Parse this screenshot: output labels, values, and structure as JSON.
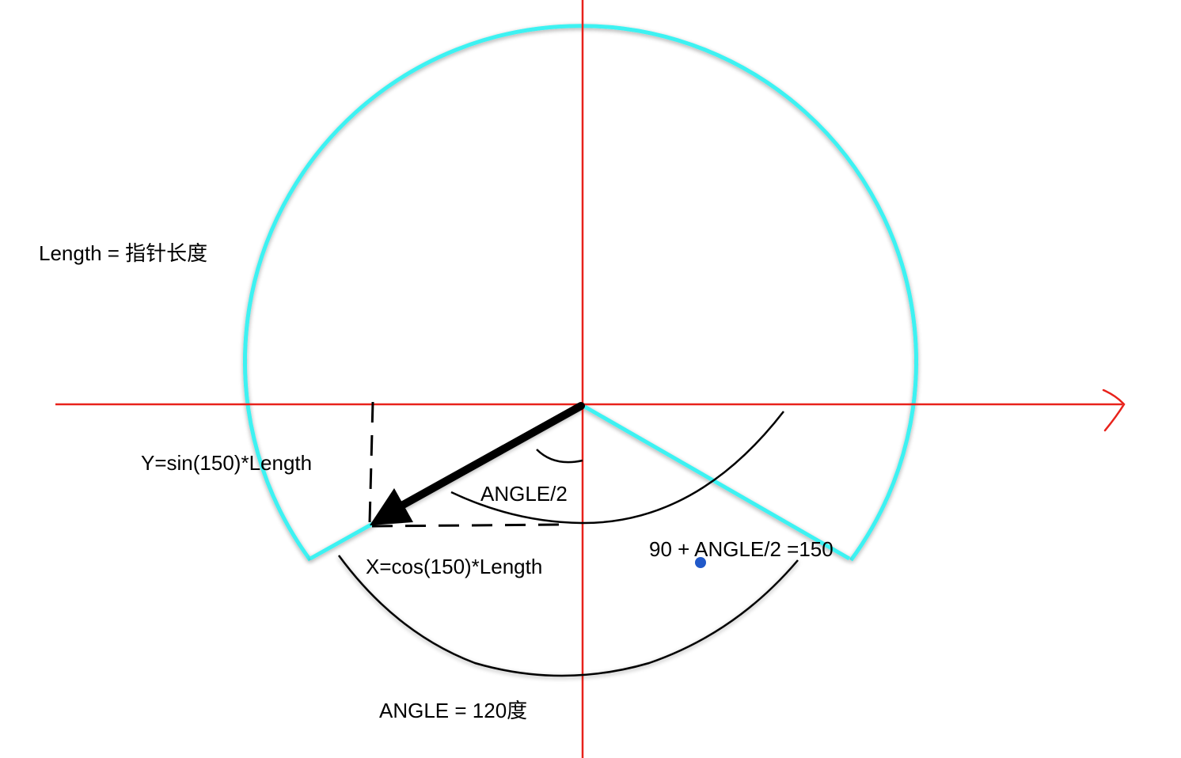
{
  "labels": {
    "length_def": "Length = 指针长度",
    "y_formula": "Y=sin(150)*Length",
    "half_angle": "ANGLE/2",
    "x_formula": "X=cos(150)*Length",
    "angle_sum": "90 + ANGLE/2 =150",
    "angle_total": "ANGLE = 120度"
  },
  "colors": {
    "axis": "#e8221b",
    "gauge_circle": "#3ef2f2",
    "pointer": "#000000",
    "marker_dot": "#2159c9"
  }
}
